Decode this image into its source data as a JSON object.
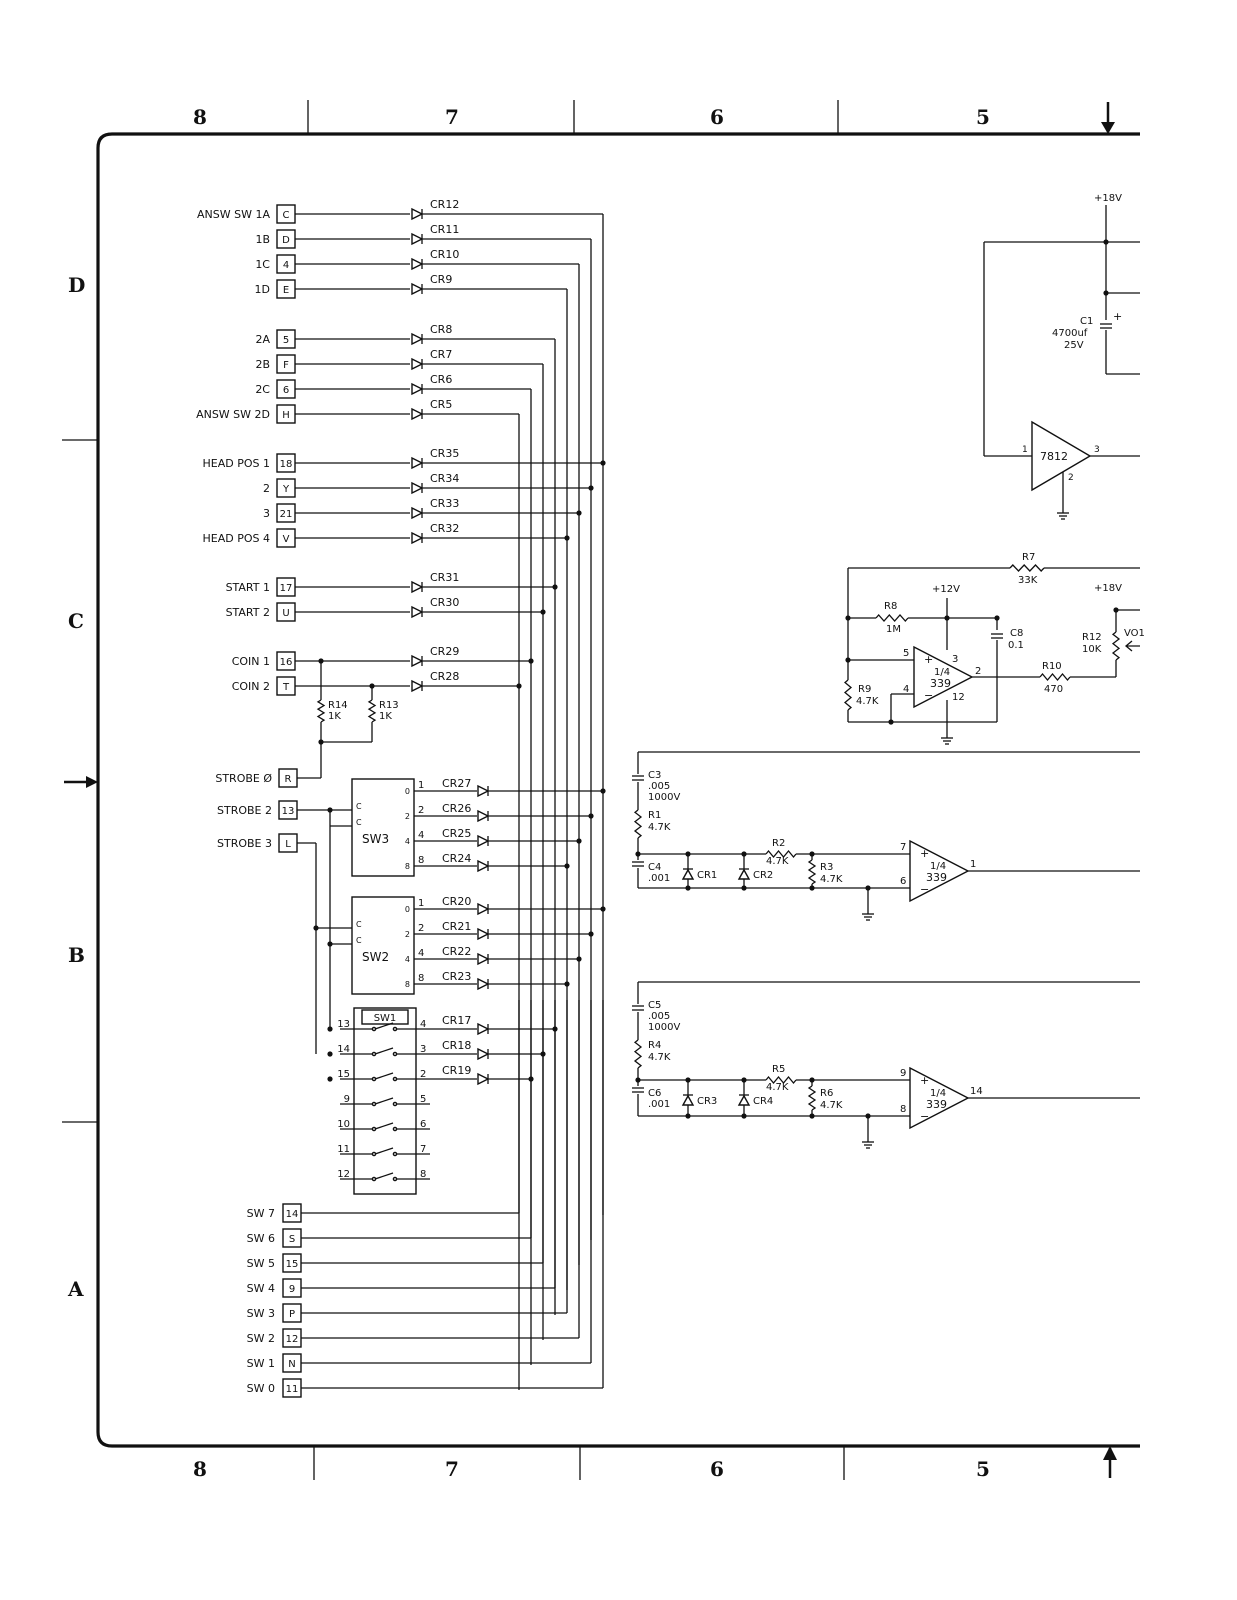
{
  "zones": {
    "columns": [
      "8",
      "7",
      "6",
      "5"
    ],
    "rows": [
      "D",
      "C",
      "B",
      "A"
    ]
  },
  "inputs_top": [
    {
      "label": "ANSW SW  1A",
      "pin": "C",
      "diode": "CR12"
    },
    {
      "label": "1B",
      "pin": "D",
      "diode": "CR11"
    },
    {
      "label": "1C",
      "pin": "4",
      "diode": "CR10"
    },
    {
      "label": "1D",
      "pin": "E",
      "diode": "CR9"
    },
    {
      "label": "2A",
      "pin": "5",
      "diode": "CR8"
    },
    {
      "label": "2B",
      "pin": "F",
      "diode": "CR7"
    },
    {
      "label": "2C",
      "pin": "6",
      "diode": "CR6"
    },
    {
      "label": "ANSW SW  2D",
      "pin": "H",
      "diode": "CR5"
    },
    {
      "label": "HEAD POS  1",
      "pin": "18",
      "diode": "CR35"
    },
    {
      "label": "2",
      "pin": "Y",
      "diode": "CR34"
    },
    {
      "label": "3",
      "pin": "21",
      "diode": "CR33"
    },
    {
      "label": "HEAD POS  4",
      "pin": "V",
      "diode": "CR32"
    },
    {
      "label": "START  1",
      "pin": "17",
      "diode": "CR31"
    },
    {
      "label": "START  2",
      "pin": "U",
      "diode": "CR30"
    },
    {
      "label": "COIN  1",
      "pin": "16",
      "diode": "CR29"
    },
    {
      "label": "COIN  2",
      "pin": "T",
      "diode": "CR28"
    }
  ],
  "strobes": [
    {
      "label": "STROBE Ø",
      "pin": "R"
    },
    {
      "label": "STROBE 2",
      "pin": "13"
    },
    {
      "label": "STROBE 3",
      "pin": "L"
    }
  ],
  "resistors_coin": [
    {
      "ref": "R14",
      "value": "1K"
    },
    {
      "ref": "R13",
      "value": "1K"
    }
  ],
  "sw3": {
    "name": "SW3",
    "inputs": [
      "C",
      "C"
    ],
    "outputs": [
      "0",
      "2",
      "4",
      "8"
    ],
    "pins": [
      "1",
      "2",
      "4",
      "8"
    ],
    "diodes": [
      "CR27",
      "CR26",
      "CR25",
      "CR24"
    ]
  },
  "sw2": {
    "name": "SW2",
    "inputs": [
      "C",
      "C"
    ],
    "outputs": [
      "0",
      "2",
      "4",
      "8"
    ],
    "pins": [
      "1",
      "2",
      "4",
      "8"
    ],
    "diodes": [
      "CR20",
      "CR21",
      "CR22",
      "CR23"
    ]
  },
  "sw1": {
    "name": "SW1",
    "left_pins": [
      "13",
      "14",
      "15",
      "9",
      "10",
      "11",
      "12"
    ],
    "right_pins": [
      "4",
      "3",
      "2",
      "5",
      "6",
      "7",
      "8"
    ],
    "diodes": [
      "CR17",
      "CR18",
      "CR19"
    ]
  },
  "outputs_bottom": [
    {
      "label": "SW 7",
      "pin": "14"
    },
    {
      "label": "SW 6",
      "pin": "S"
    },
    {
      "label": "SW 5",
      "pin": "15"
    },
    {
      "label": "SW 4",
      "pin": "9"
    },
    {
      "label": "SW 3",
      "pin": "P"
    },
    {
      "label": "SW 2",
      "pin": "12"
    },
    {
      "label": "SW 1",
      "pin": "N"
    },
    {
      "label": "SW 0",
      "pin": "11"
    }
  ],
  "regulator": {
    "supply": "+18V",
    "cap_ref": "C1",
    "cap_value": "4700uf",
    "cap_voltage": "25V",
    "ic": "7812",
    "pin_in": "1",
    "pin_gnd": "2",
    "pin_out": "3"
  },
  "comparator1": {
    "r7": "R7",
    "r7v": "33K",
    "r8": "R8",
    "r8v": "1M",
    "r9": "R9",
    "r9v": "4.7K",
    "r10": "R10",
    "r10v": "470",
    "r12": "R12",
    "r12v": "10K",
    "pot": "VO1",
    "c8": "C8",
    "c8v": "0.1",
    "supply12": "+12V",
    "supply18": "+18V",
    "fraction": "1/4",
    "ic": "339",
    "pin_plus": "5",
    "pin_minus": "4",
    "pin_vcc": "3",
    "pin_gnd": "12",
    "pin_out": "2"
  },
  "comparator2": {
    "c_hv": "C3",
    "c_hv_v": ".005",
    "c_hv_volt": "1000V",
    "r_a": "R1",
    "r_a_v": "4.7K",
    "c_small": "C4",
    "c_small_v": ".001",
    "d1": "CR1",
    "d2": "CR2",
    "r_b": "R2",
    "r_b_v": "4.7K",
    "r_c": "R3",
    "r_c_v": "4.7K",
    "fraction": "1/4",
    "ic": "339",
    "pin_plus": "7",
    "pin_minus": "6",
    "pin_out": "1"
  },
  "comparator3": {
    "c_hv": "C5",
    "c_hv_v": ".005",
    "c_hv_volt": "1000V",
    "r_a": "R4",
    "r_a_v": "4.7K",
    "c_small": "C6",
    "c_small_v": ".001",
    "d1": "CR3",
    "d2": "CR4",
    "r_b": "R5",
    "r_b_v": "4.7K",
    "r_c": "R6",
    "r_c_v": "4.7K",
    "fraction": "1/4",
    "ic": "339",
    "pin_plus": "9",
    "pin_minus": "8",
    "pin_out": "14"
  }
}
